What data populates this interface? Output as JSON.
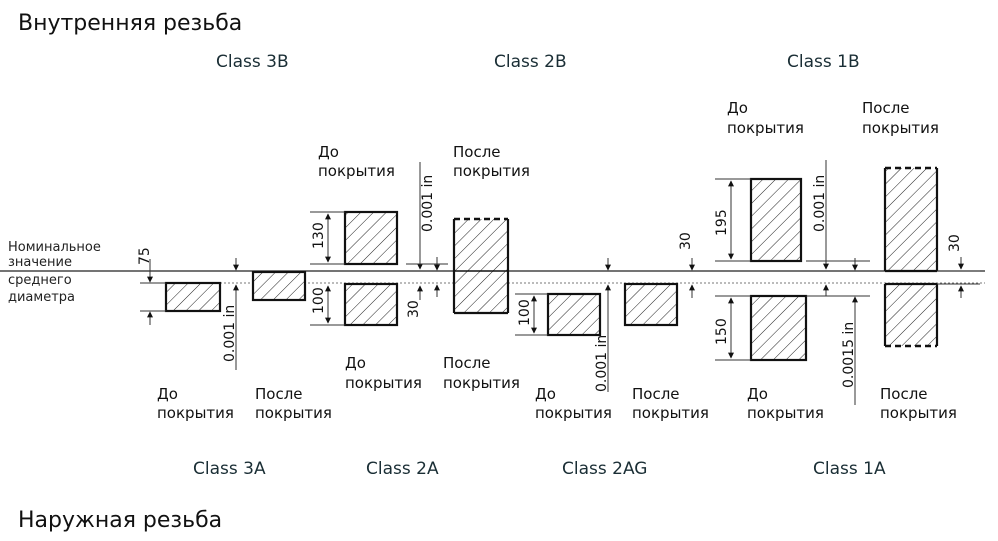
{
  "headings": {
    "internal": "Внутренняя резьба",
    "external": "Наружная резьба"
  },
  "classes_internal": [
    "Class 3B",
    "Class 2B",
    "Class 1B"
  ],
  "classes_external": [
    "Class 3A",
    "Class 2A",
    "Class 2AG",
    "Class 1A"
  ],
  "nominal_label": [
    "Номинальное",
    "значение",
    "среднего",
    "диаметра"
  ],
  "labels": {
    "before": [
      "До",
      "покрытия"
    ],
    "after": [
      "После",
      "покрытия"
    ]
  },
  "dimensions": {
    "d75": "75",
    "d130": "130",
    "d100": "100",
    "d30": "30",
    "d195": "195",
    "d150": "150",
    "d0001": "0.001 in",
    "d00015": "0.0015 in"
  }
}
